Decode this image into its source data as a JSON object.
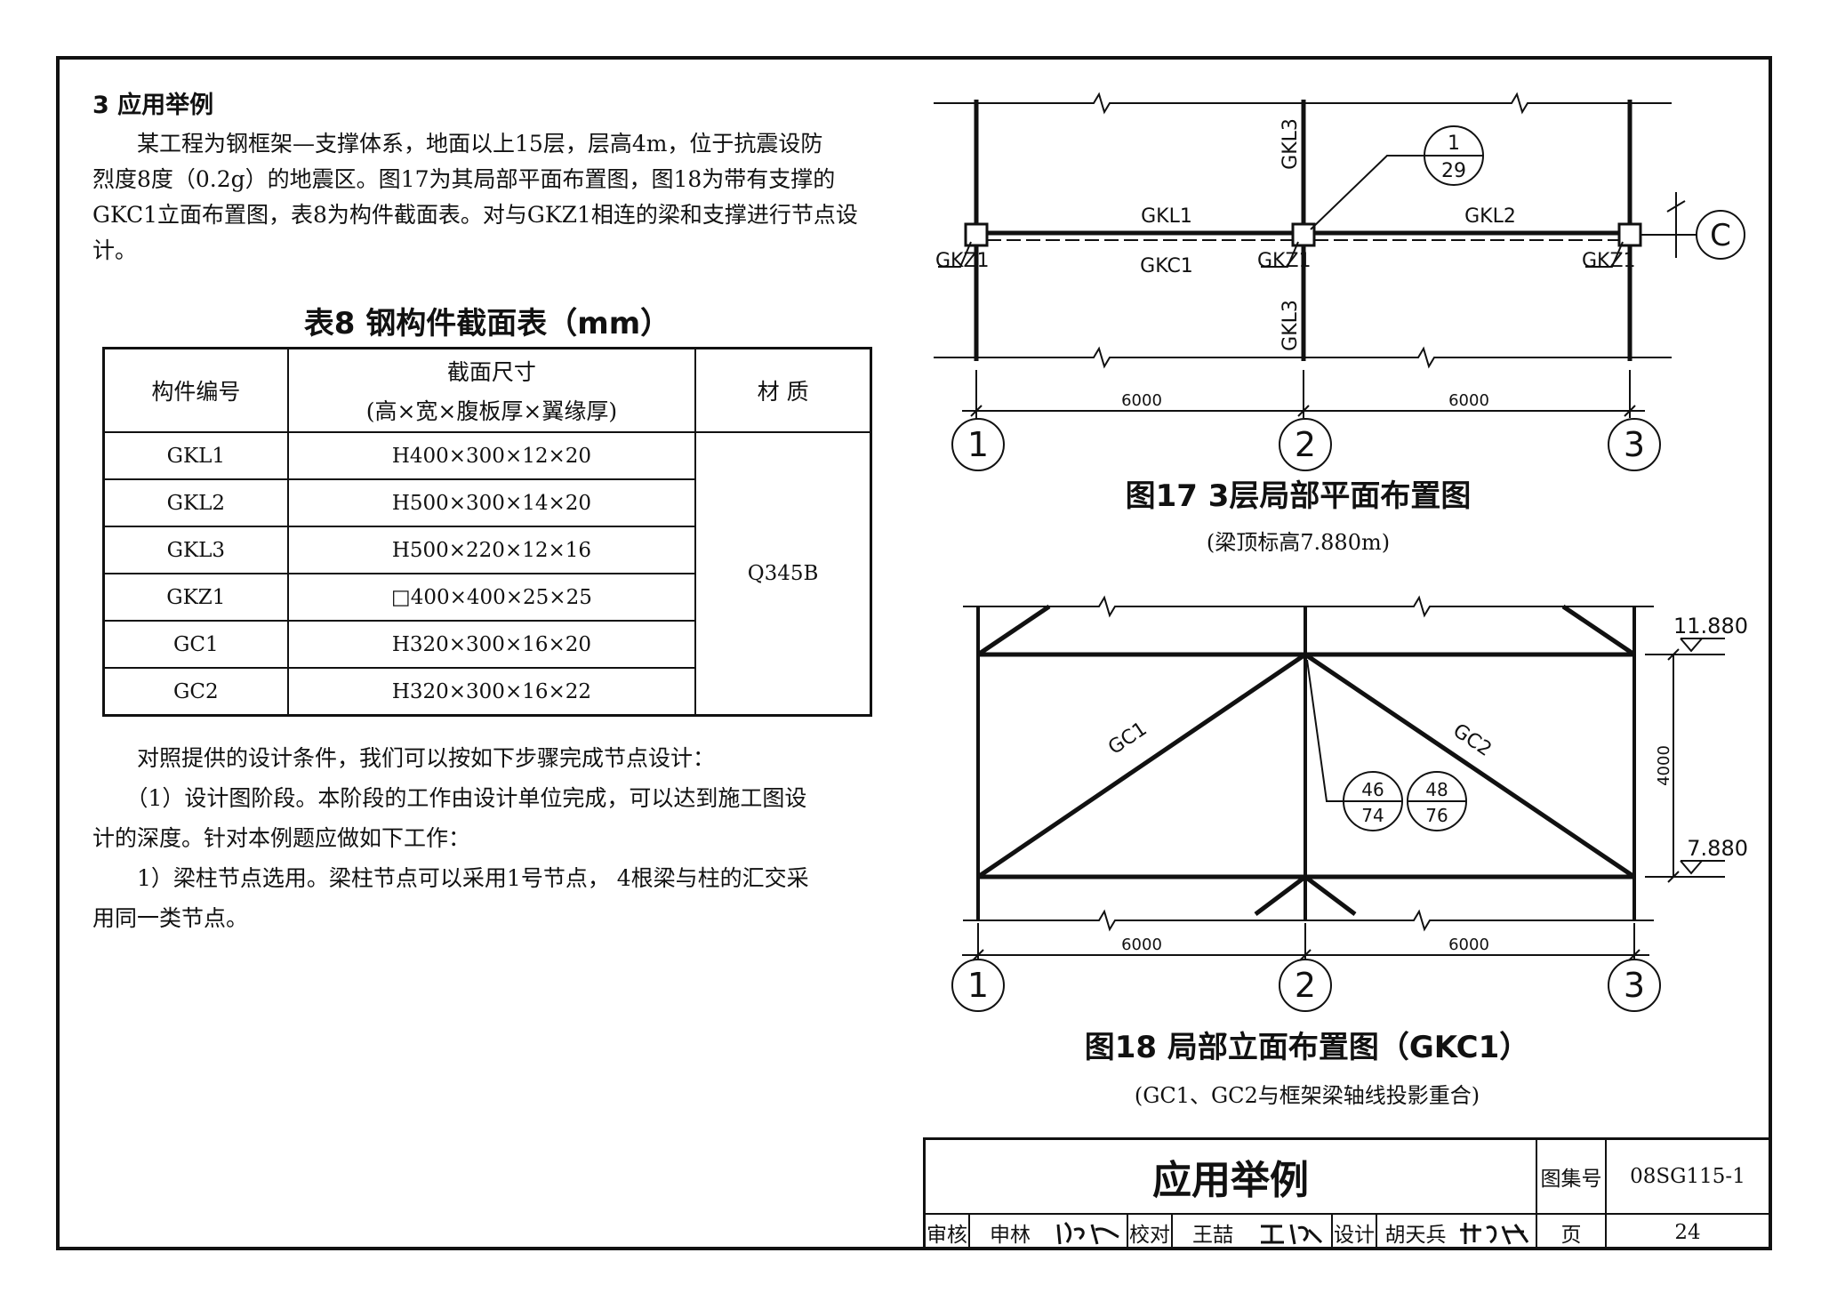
{
  "section": {
    "title": "3  应用举例",
    "intro_lines": [
      "　　某工程为钢框架—支撑体系，地面以上15层，层高4m，位于抗震设防",
      "烈度8度（0.2g）的地震区。图17为其局部平面布置图，图18为带有支撑的",
      "GKC1立面布置图，表8为构件截面表。对与GKZ1相连的梁和支撑进行节点设",
      "计。"
    ]
  },
  "table": {
    "title": "表8  钢构件截面表（mm）",
    "headers": {
      "member": "构件编号",
      "size_line1": "截面尺寸",
      "size_line2": "(高×宽×腹板厚×翼缘厚)",
      "material": "材  质"
    },
    "rows": [
      {
        "member": "GKL1",
        "size": "H400×300×12×20"
      },
      {
        "member": "GKL2",
        "size": "H500×300×14×20"
      },
      {
        "member": "GKL3",
        "size": "H500×220×12×16"
      },
      {
        "member": "GKZ1",
        "size": "□400×400×25×25"
      },
      {
        "member": "GC1",
        "size": "H320×300×16×20"
      },
      {
        "member": "GC2",
        "size": "H320×300×16×22"
      }
    ],
    "material": "Q345B"
  },
  "body_lines": [
    "　　对照提供的设计条件，我们可以按如下步骤完成节点设计：",
    "　　（1）设计图阶段。本阶段的工作由设计单位完成，可以达到施工图设",
    "计的深度。针对本例题应做如下工作：",
    "　　1）梁柱节点选用。梁柱节点可以采用1号节点， 4根梁与柱的汇交采",
    "用同一类节点。"
  ],
  "fig17": {
    "title": "图17   3层局部平面布置图",
    "subtitle": "(梁顶标高7.880m)",
    "labels": {
      "gkl1": "GKL1",
      "gkl2": "GKL2",
      "gkc1": "GKC1",
      "gkl3_top": "GKL3",
      "gkl3_bottom": "GKL3",
      "gkz1": "GKZ1",
      "detail_num": "1",
      "detail_page": "29",
      "axis_c": "C",
      "dim_left": "6000",
      "dim_right": "6000",
      "axis1": "1",
      "axis2": "2",
      "axis3": "3"
    }
  },
  "fig18": {
    "title": "图18   局部立面布置图（GKC1）",
    "subtitle": "(GC1、GC2与框架梁轴线投影重合)",
    "labels": {
      "gc1": "GC1",
      "gc2": "GC2",
      "d1_num": "46",
      "d1_page": "74",
      "d2_num": "48",
      "d2_page": "76",
      "elev_top": "11.880",
      "elev_bottom": "7.880",
      "height_dim": "4000",
      "dim_left": "6000",
      "dim_right": "6000",
      "axis1": "1",
      "axis2": "2",
      "axis3": "3"
    }
  },
  "titleblock": {
    "title": "应用举例",
    "atlas_label": "图集号",
    "atlas_no": "08SG115-1",
    "review_label": "审核",
    "reviewer": "申林",
    "check_label": "校对",
    "checker": "王喆",
    "design_label": "设计",
    "designer": "胡天兵",
    "page_label": "页",
    "page_no": "24"
  }
}
